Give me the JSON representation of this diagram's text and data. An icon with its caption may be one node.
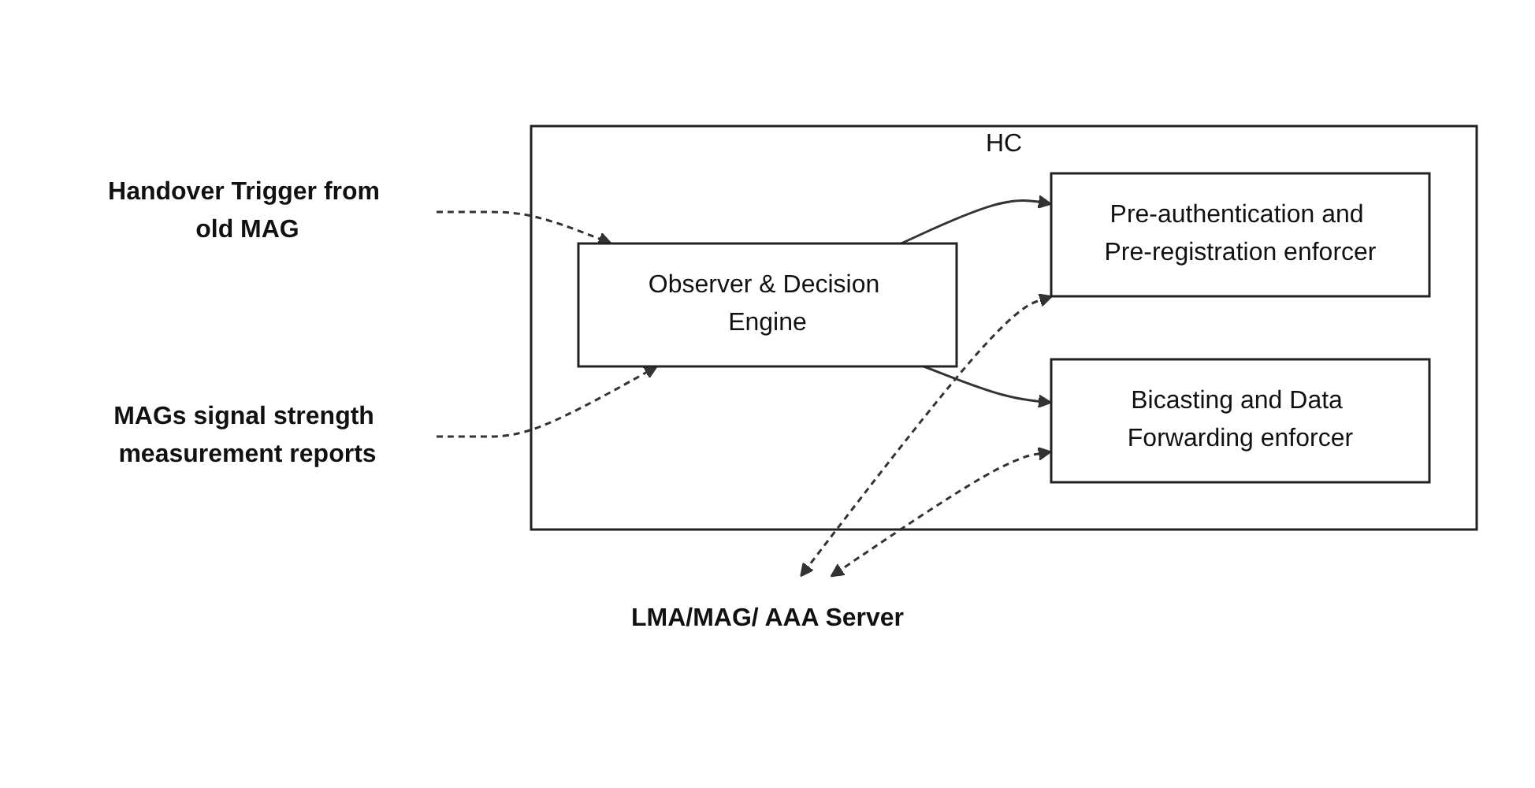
{
  "diagram": {
    "nodes": [
      {
        "text": [
          "HC"
        ]
      },
      {
        "text": [
          "Pre-authentication and Pre-registration enforcer"
        ],
        "in": 0
      },
      {
        "text": [
          "Observer & Decision Engine"
        ],
        "in": 0
      },
      {
        "text": [
          "Bicasting and Data Forwarding enforcer"
        ],
        "in": 0
      },
      {
        "text": [
          "Handover Trigger from old MAG"
        ]
      },
      {
        "text": [
          "MAGs signal strength measurement reports"
        ]
      },
      {
        "text": [
          "LMA/MAG/ AAA Server"
        ]
      }
    ],
    "edges": [
      {
        "from": 4,
        "to": 2,
        "arrow": "to",
        "style": "dashed"
      },
      {
        "from": 5,
        "to": 2,
        "arrow": "to",
        "style": "dashed"
      },
      {
        "from": 2,
        "to": 1,
        "arrow": "to"
      },
      {
        "from": 2,
        "to": 3,
        "arrow": "to"
      },
      {
        "from": 6,
        "to": 1,
        "arrow": "both",
        "style": "dashed"
      },
      {
        "from": 6,
        "to": 3,
        "arrow": "both",
        "style": "dashed"
      }
    ]
  }
}
